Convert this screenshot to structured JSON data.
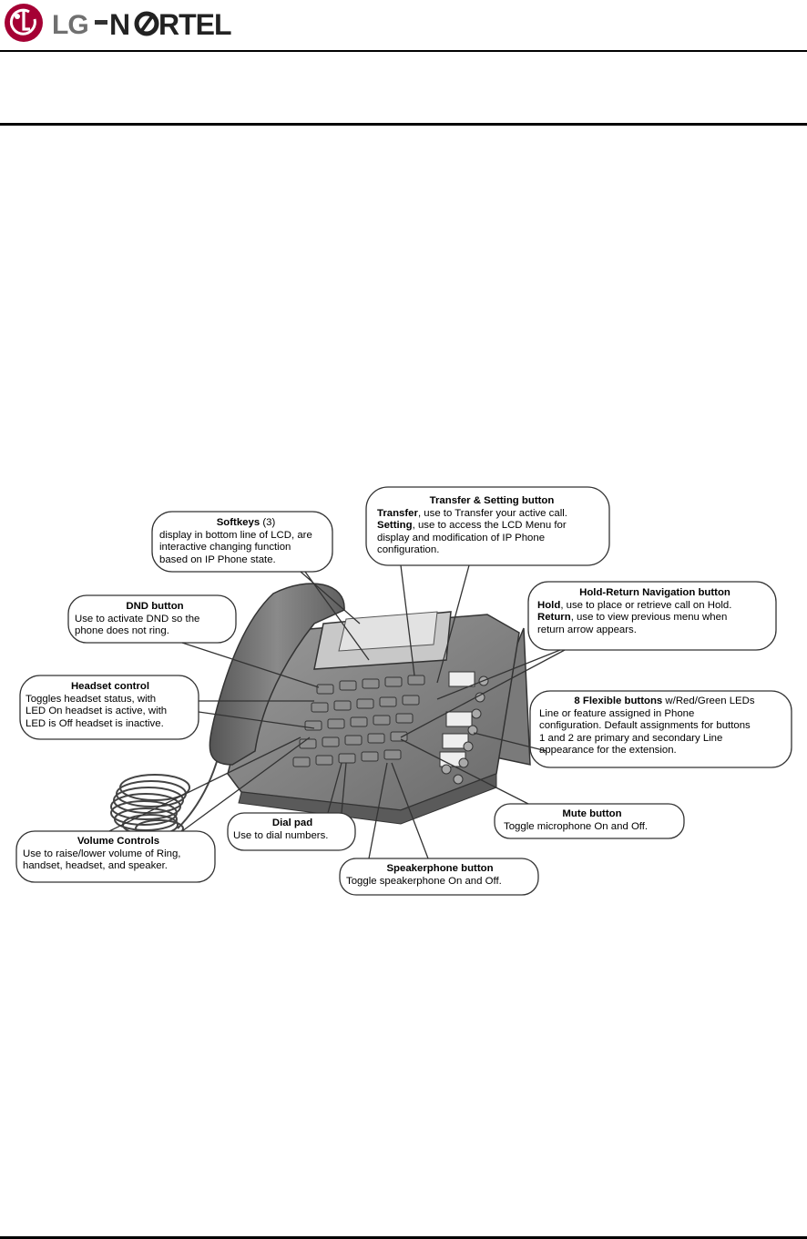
{
  "brand": {
    "logo_text": "LG-NORTEL"
  },
  "callouts": {
    "softkeys": {
      "title": "Softkeys",
      "title_suffix": " (3)",
      "lines": [
        "display in bottom line of LCD, are",
        "interactive changing function",
        "based on IP Phone state."
      ]
    },
    "transfer": {
      "title": "Transfer & Setting button",
      "line1_bold": "Transfer",
      "line1_rest": ", use to Transfer your active call.",
      "line2_bold": "Setting",
      "line2_rest": ", use to access the LCD Menu for",
      "lines": [
        "display and modification of IP Phone",
        "configuration."
      ]
    },
    "dnd": {
      "title": "DND button",
      "lines": [
        "Use to activate DND so the",
        "phone does not ring."
      ]
    },
    "hold": {
      "title": "Hold-Return Navigation button",
      "line1_bold": "Hold",
      "line1_rest": ", use to place or retrieve call on Hold.",
      "line2_bold": "Return",
      "line2_rest": ", use to view previous menu when",
      "lines": [
        "return arrow appears."
      ]
    },
    "headset": {
      "title": "Headset control",
      "lines": [
        "Toggles headset status, with",
        "LED On headset is active, with",
        "LED is Off headset is inactive."
      ]
    },
    "flexible": {
      "title": "8 Flexible buttons",
      "title_suffix": " w/Red/Green LEDs",
      "lines": [
        "Line or feature assigned in Phone",
        "configuration.  Default assignments for buttons",
        "1 and 2 are primary and secondary Line",
        "appearance for the extension."
      ]
    },
    "dialpad": {
      "title": "Dial pad",
      "lines": [
        "Use to dial numbers."
      ]
    },
    "mute": {
      "title": "Mute button",
      "lines": [
        "Toggle microphone On and Off."
      ]
    },
    "volume": {
      "title": "Volume Controls",
      "lines": [
        "Use to raise/lower volume of Ring,",
        "handset, headset, and speaker."
      ]
    },
    "speaker": {
      "title": "Speakerphone button",
      "lines": [
        "Toggle speakerphone On and Off."
      ]
    }
  }
}
